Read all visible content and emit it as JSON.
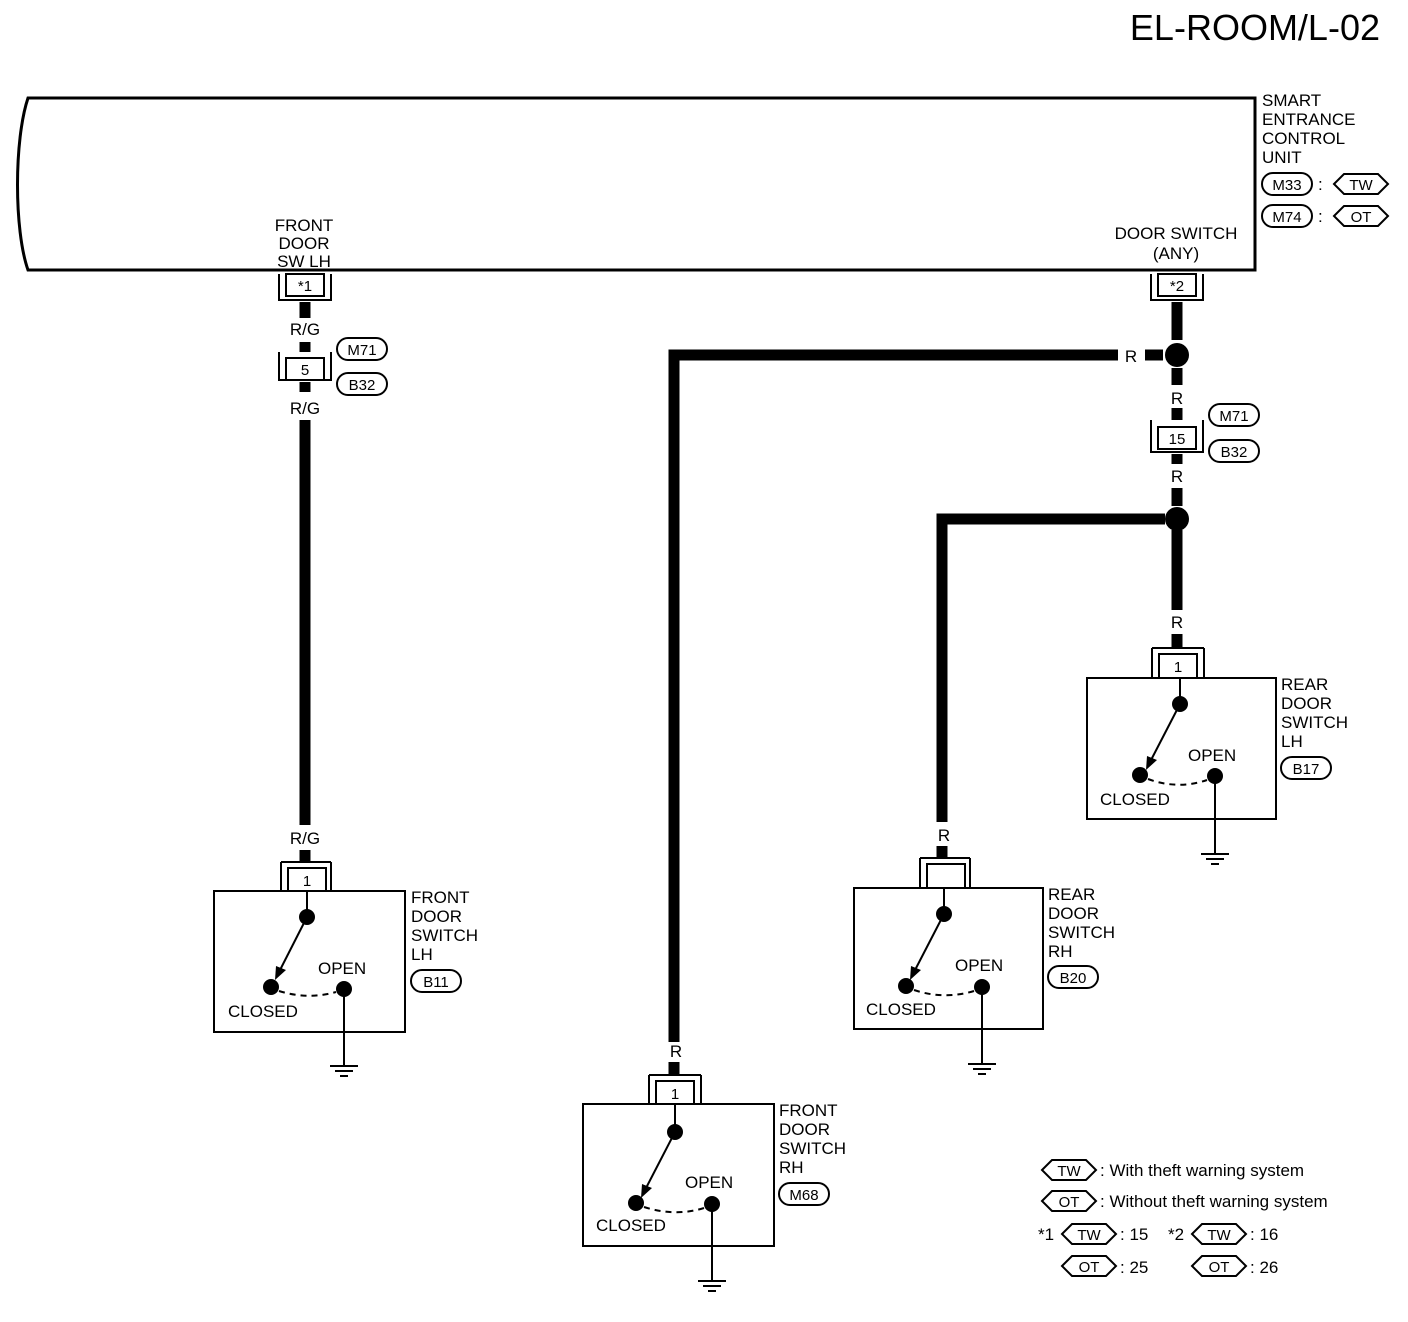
{
  "title": "EL-ROOM/L-02",
  "control_unit": {
    "name_lines": [
      "SMART",
      "ENTRANCE",
      "CONTROL",
      "UNIT"
    ],
    "connectors": [
      {
        "id": "M33",
        "variant": "TW"
      },
      {
        "id": "M74",
        "variant": "OT"
      }
    ],
    "separator": ":",
    "pin_front_lh": {
      "label_lines": [
        "FRONT",
        "DOOR",
        "SW LH"
      ],
      "pin": "*1"
    },
    "pin_any": {
      "label_lines": [
        "DOOR SWITCH",
        "(ANY)"
      ],
      "pin": "*2"
    }
  },
  "wire_colors": {
    "rg": "R/G",
    "r": "R"
  },
  "junction_connectors": {
    "left": {
      "pin": "5",
      "ids": [
        "M71",
        "B32"
      ]
    },
    "right": {
      "pin": "15",
      "ids": [
        "M71",
        "B32"
      ]
    }
  },
  "switches": {
    "front_lh": {
      "name_lines": [
        "FRONT",
        "DOOR",
        "SWITCH",
        "LH"
      ],
      "connector": "B11",
      "pin": "1",
      "open": "OPEN",
      "closed": "CLOSED"
    },
    "front_rh": {
      "name_lines": [
        "FRONT",
        "DOOR",
        "SWITCH",
        "RH"
      ],
      "connector": "M68",
      "pin": "1",
      "open": "OPEN",
      "closed": "CLOSED"
    },
    "rear_rh": {
      "name_lines": [
        "REAR",
        "DOOR",
        "SWITCH",
        "RH"
      ],
      "connector": "B20",
      "pin": "",
      "open": "OPEN",
      "closed": "CLOSED"
    },
    "rear_lh": {
      "name_lines": [
        "REAR",
        "DOOR",
        "SWITCH",
        "LH"
      ],
      "connector": "B17",
      "pin": "1",
      "open": "OPEN",
      "closed": "CLOSED"
    }
  },
  "legend": {
    "tw": {
      "tag": "TW",
      "text": ": With theft warning system"
    },
    "ot": {
      "tag": "OT",
      "text": ": Without theft warning system"
    },
    "note1": {
      "mark": "*1",
      "tw_value": ": 15",
      "ot_value": ": 25"
    },
    "note2": {
      "mark": "*2",
      "tw_value": ": 16",
      "ot_value": ": 26"
    }
  }
}
